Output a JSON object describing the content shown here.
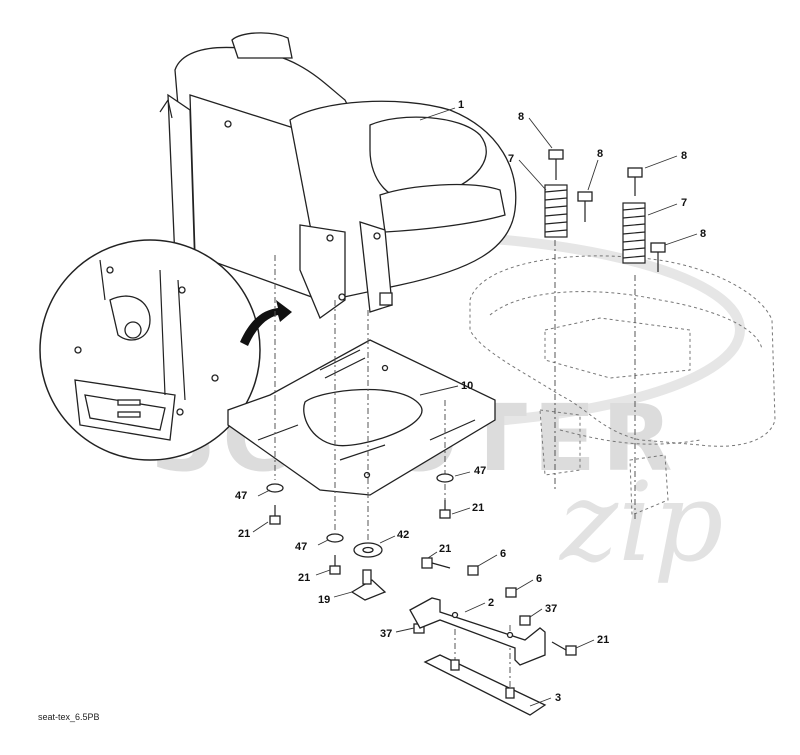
{
  "diagram": {
    "watermark": {
      "main": "SCOOTER",
      "script": "zip"
    },
    "reference_code": "seat-tex_6.5PB",
    "callouts": [
      {
        "id": "c1",
        "text": "1"
      },
      {
        "id": "c8a",
        "text": "8"
      },
      {
        "id": "c7a",
        "text": "7"
      },
      {
        "id": "c8b",
        "text": "8"
      },
      {
        "id": "c8c",
        "text": "8"
      },
      {
        "id": "c7b",
        "text": "7"
      },
      {
        "id": "c8d",
        "text": "8"
      },
      {
        "id": "c10",
        "text": "10"
      },
      {
        "id": "c47a",
        "text": "47"
      },
      {
        "id": "c47b",
        "text": "47"
      },
      {
        "id": "c21a",
        "text": "21"
      },
      {
        "id": "c21b",
        "text": "21"
      },
      {
        "id": "c47c",
        "text": "47"
      },
      {
        "id": "c42",
        "text": "42"
      },
      {
        "id": "c21c",
        "text": "21"
      },
      {
        "id": "c6a",
        "text": "6"
      },
      {
        "id": "c21d",
        "text": "21"
      },
      {
        "id": "c6b",
        "text": "6"
      },
      {
        "id": "c19",
        "text": "19"
      },
      {
        "id": "c2",
        "text": "2"
      },
      {
        "id": "c37a",
        "text": "37"
      },
      {
        "id": "c37b",
        "text": "37"
      },
      {
        "id": "c21e",
        "text": "21"
      },
      {
        "id": "c3",
        "text": "3"
      }
    ]
  }
}
